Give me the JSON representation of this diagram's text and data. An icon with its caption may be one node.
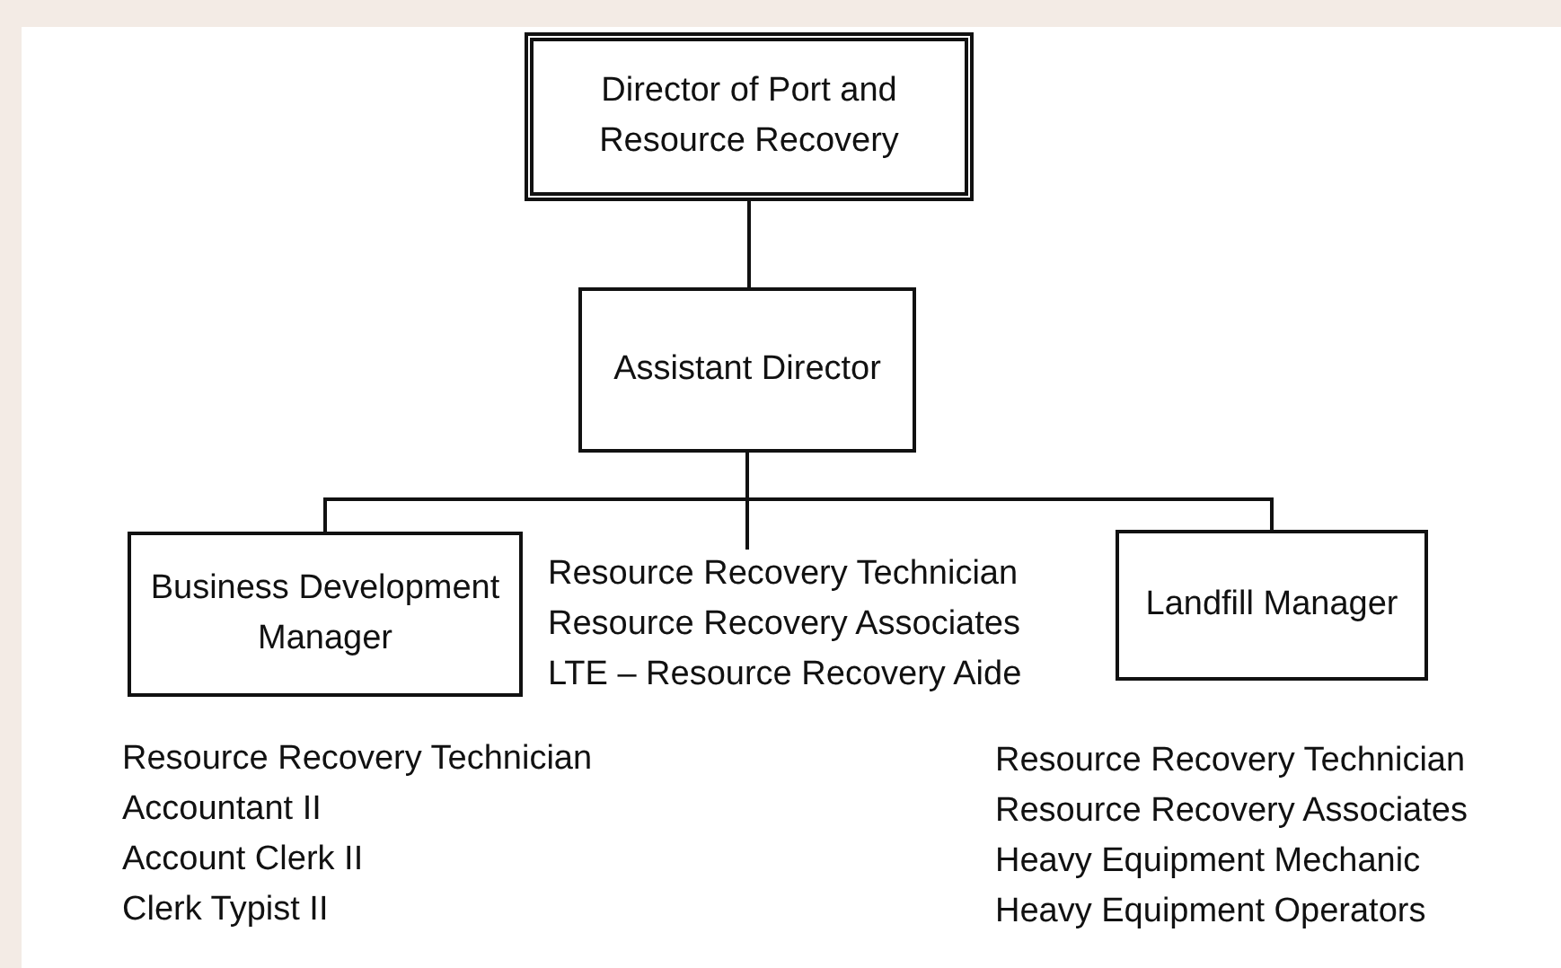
{
  "diagram": {
    "nodes": [
      {
        "text": [
          "Director of Port and Resource Recovery"
        ]
      },
      {
        "text": [
          "Assistant Director"
        ]
      },
      {
        "text": [
          "Business Development Manager"
        ],
        "beside": [
          "Resource Recovery Technician",
          "Accountant II",
          "Account Clerk II",
          "Clerk Typist II"
        ]
      },
      {
        "text": [
          "Resource Recovery Technician",
          "Resource Recovery Associates",
          "LTE – Resource Recovery Aide"
        ]
      },
      {
        "text": [
          "Landfill Manager"
        ],
        "beside": [
          "Resource Recovery Technician",
          "Resource Recovery Associates",
          "Heavy Equipment Mechanic",
          "Heavy Equipment Operators"
        ]
      }
    ],
    "edges": [
      {
        "from": 0,
        "to": 1,
        "arrow": "none"
      },
      {
        "from": 1,
        "to": 2,
        "arrow": "none"
      },
      {
        "from": 1,
        "to": 3,
        "arrow": "none"
      },
      {
        "from": 1,
        "to": 4,
        "arrow": "none"
      }
    ]
  }
}
